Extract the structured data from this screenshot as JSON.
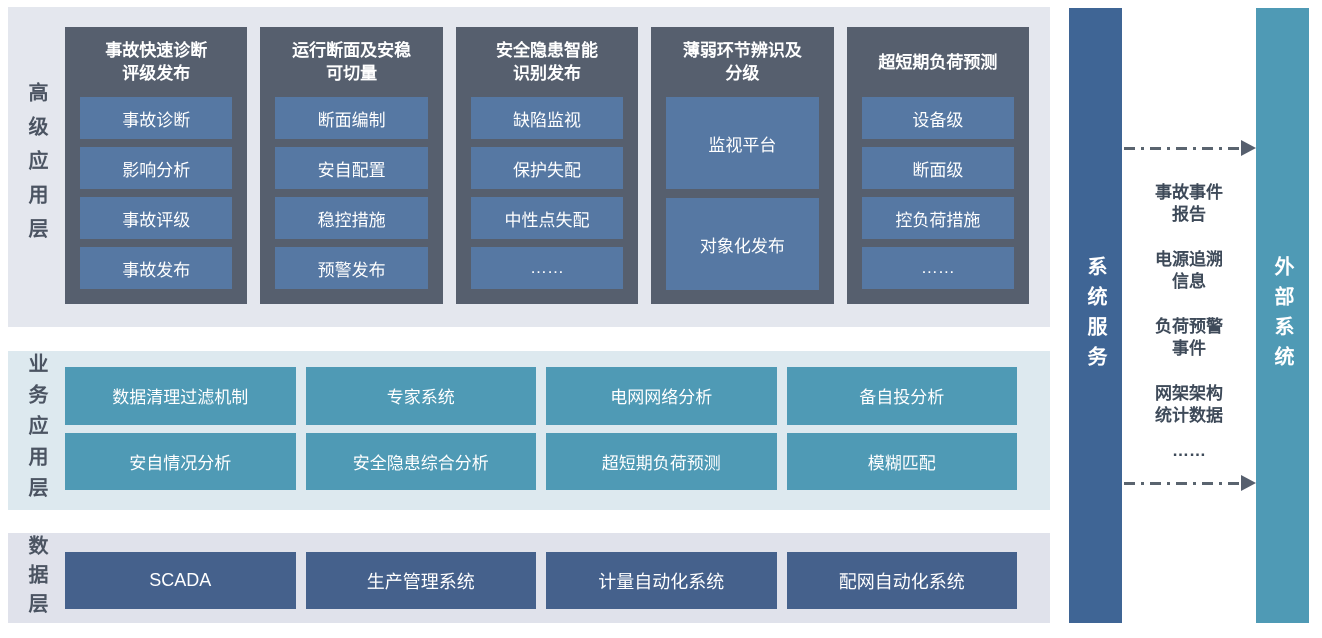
{
  "colors": {
    "panel_top_bg": "#e4e7ee",
    "panel_mid_bg": "#dde9ef",
    "panel_data_bg": "#e0e2eb",
    "column_bg": "#565f6e",
    "module_item_bg": "#5678a3",
    "teal_box_bg": "#4f9ab5",
    "data_box_bg": "#45618c",
    "system_bar_bg": "#3f6595",
    "external_bar_bg": "#4f9ab5",
    "layer_label_color": "#4b5462",
    "flow_text_color": "#3e4a59",
    "arrow_color": "#5a646f"
  },
  "layers": {
    "advanced": {
      "label": "高级应用层",
      "columns": [
        {
          "title": "事故快速诊断\n评级发布",
          "items": [
            "事故诊断",
            "影响分析",
            "事故评级",
            "事故发布"
          ]
        },
        {
          "title": "运行断面及安稳\n可切量",
          "items": [
            "断面编制",
            "安自配置",
            "稳控措施",
            "预警发布"
          ]
        },
        {
          "title": "安全隐患智能\n识别发布",
          "items": [
            "缺陷监视",
            "保护失配",
            "中性点失配",
            "……"
          ]
        },
        {
          "title": "薄弱环节辨识及\n分级",
          "items": [
            "监视平台",
            "对象化发布"
          ]
        },
        {
          "title": "超短期负荷预测",
          "items": [
            "设备级",
            "断面级",
            "控负荷措施",
            "……"
          ]
        }
      ]
    },
    "business": {
      "label": "业务应用层",
      "boxes": [
        "数据清理过滤机制",
        "专家系统",
        "电网网络分析",
        "备自投分析",
        "安自情况分析",
        "安全隐患综合分析",
        "超短期负荷预测",
        "模糊匹配"
      ]
    },
    "data": {
      "label": "数据层",
      "boxes": [
        "SCADA",
        "生产管理系统",
        "计量自动化系统",
        "配网自动化系统"
      ]
    }
  },
  "system_service": {
    "label": "系统服务"
  },
  "external_system": {
    "label": "外部系统"
  },
  "flow": {
    "items": [
      "事故事件\n报告",
      "电源追溯\n信息",
      "负荷预警\n事件",
      "网架架构\n统计数据",
      "……"
    ]
  }
}
